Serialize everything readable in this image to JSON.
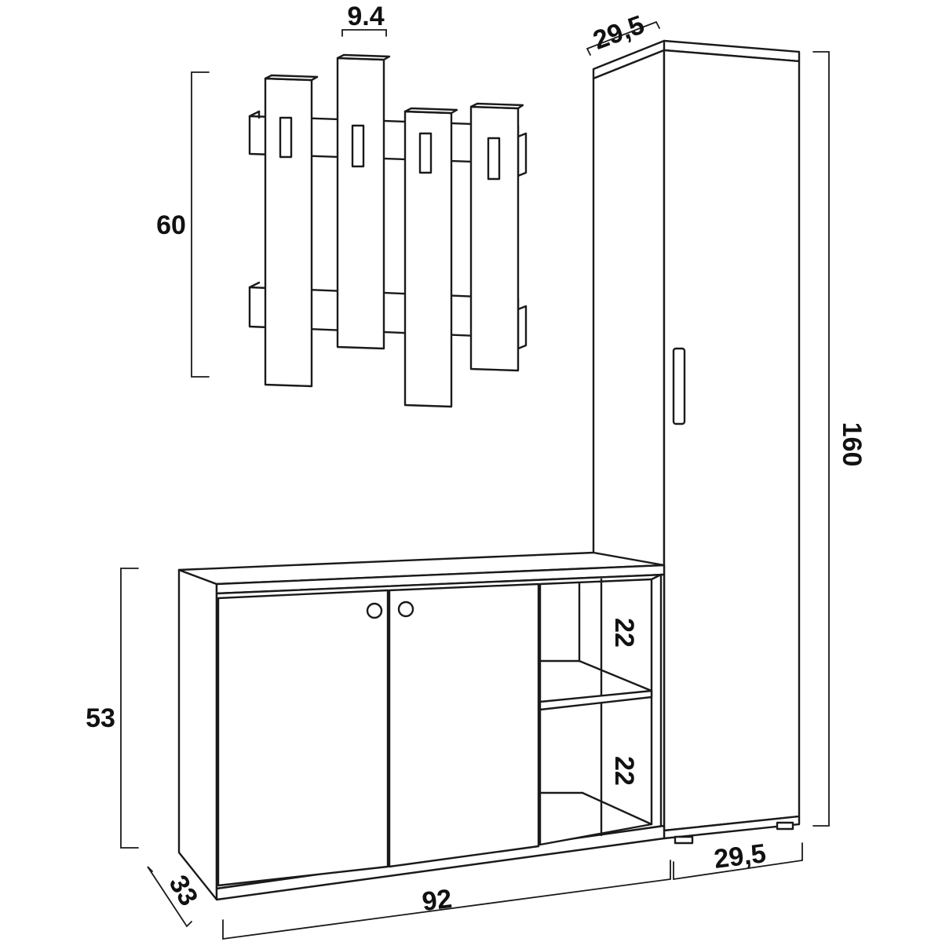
{
  "dimensions": {
    "hook_width": "9.4",
    "hanger_height": "60",
    "tall_cabinet_depth": "29,5",
    "tall_cabinet_height": "160",
    "shelf_1_height": "22",
    "shelf_2_height": "22",
    "low_cabinet_height": "53",
    "low_cabinet_depth": "33",
    "low_cabinet_width": "92",
    "tall_cabinet_width": "29,5"
  }
}
